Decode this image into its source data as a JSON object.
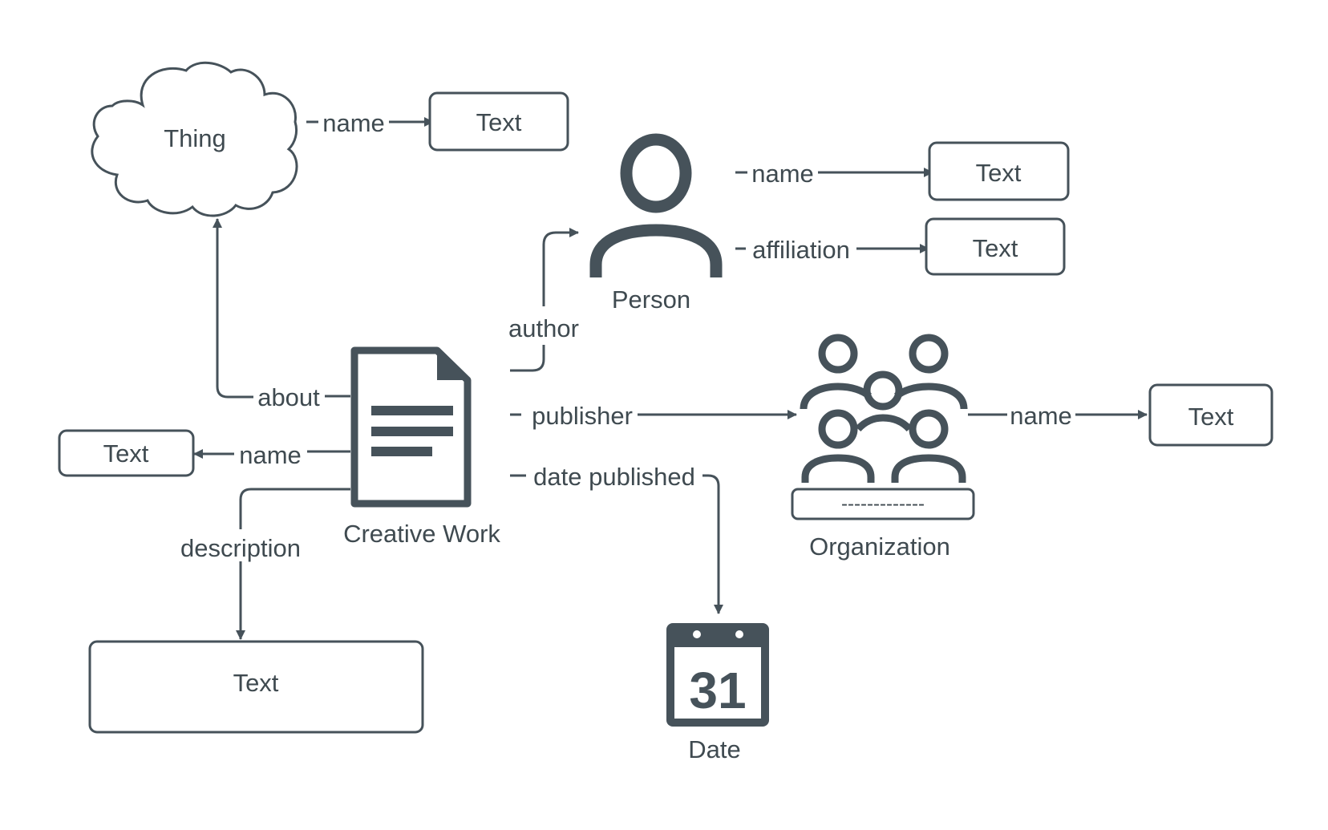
{
  "colors": {
    "stroke": "#46525a",
    "text": "#3f4a50",
    "background": "#ffffff"
  },
  "nodes": {
    "thing": {
      "label": "Thing",
      "icon": "cloud-icon"
    },
    "thing_name_text": {
      "label": "Text"
    },
    "person": {
      "label": "Person",
      "icon": "person-icon"
    },
    "person_name_text": {
      "label": "Text"
    },
    "person_affiliation_text": {
      "label": "Text"
    },
    "creative_work": {
      "label": "Creative Work",
      "icon": "document-icon"
    },
    "cw_name_text": {
      "label": "Text"
    },
    "cw_description_text": {
      "label": "Text"
    },
    "organization": {
      "label": "Organization",
      "icon": "group-icon",
      "placard": "-------------"
    },
    "org_name_text": {
      "label": "Text"
    },
    "date": {
      "label": "Date",
      "icon": "calendar-icon",
      "day": "31"
    }
  },
  "edges": {
    "thing_name": "name",
    "person_name": "name",
    "person_affiliation": "affiliation",
    "author": "author",
    "about": "about",
    "cw_name": "name",
    "publisher": "publisher",
    "org_name": "name",
    "date_published": "date published",
    "description": "description"
  }
}
